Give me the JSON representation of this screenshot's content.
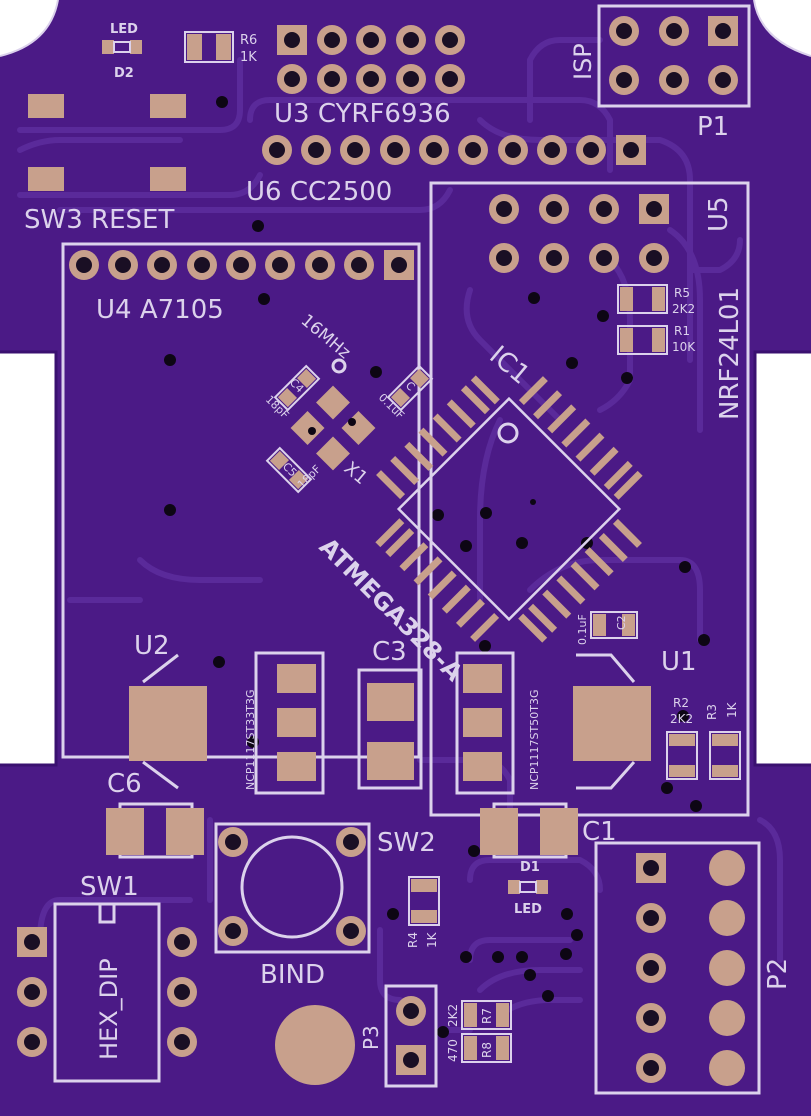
{
  "colors": {
    "board": "#4b1a86",
    "board_edge": "#3a1170",
    "silkscreen": "#dcd2ec",
    "pad": "#c8a08c",
    "via": "#0d0614"
  },
  "labels": {
    "led_top": "LED",
    "d2": "D2",
    "r6": "R6",
    "r6_val": "1K",
    "u3": "U3 CYRF6936",
    "isp": "ISP",
    "p1": "P1",
    "sw3": "SW3 RESET",
    "u6": "U6 CC2500",
    "u5": "U5",
    "u4": "U4 A7105",
    "r5": "R5",
    "r5_val": "2K2",
    "r1": "R1",
    "r1_val": "10K",
    "nrf": "NRF24L01",
    "crystal": "16MHz",
    "c4": "C4",
    "c4_val": "18pF",
    "c_top": "C",
    "c_top_val": "0.1uF",
    "ic1": "IC1",
    "c5": "C5",
    "c5_val": "18pF",
    "x1": "X1",
    "atmega": "ATMEGA328-A",
    "u2": "U2",
    "c3": "C3",
    "reg_left": "NCP1117ST33T3G",
    "reg_right": "NCP1117ST50T3G",
    "c2": "C2",
    "c2_val": "0.1uF",
    "u1": "U1",
    "r2": "R2",
    "r2_val": "2K2",
    "r3": "R3",
    "r3_val": "1K",
    "c6": "C6",
    "sw2": "SW2",
    "c1": "C1",
    "sw1": "SW1",
    "d1": "D1",
    "led_bottom": "LED",
    "hex_dip": "HEX_DIP",
    "r4": "R4",
    "r4_val": "1K",
    "bind": "BIND",
    "r7": "R7",
    "r7_val": "2K2",
    "r8": "R8",
    "r8_val": "470",
    "p3": "P3",
    "p2": "P2"
  }
}
